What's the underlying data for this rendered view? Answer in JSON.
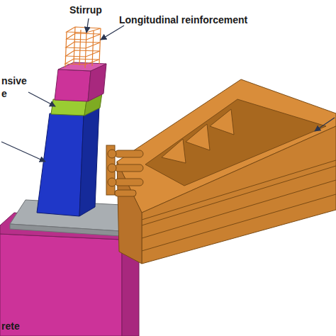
{
  "diagram": {
    "labels": [
      "Stirrup",
      "Longitudinal reinforcement",
      "nsive",
      "e",
      "rete"
    ]
  }
}
